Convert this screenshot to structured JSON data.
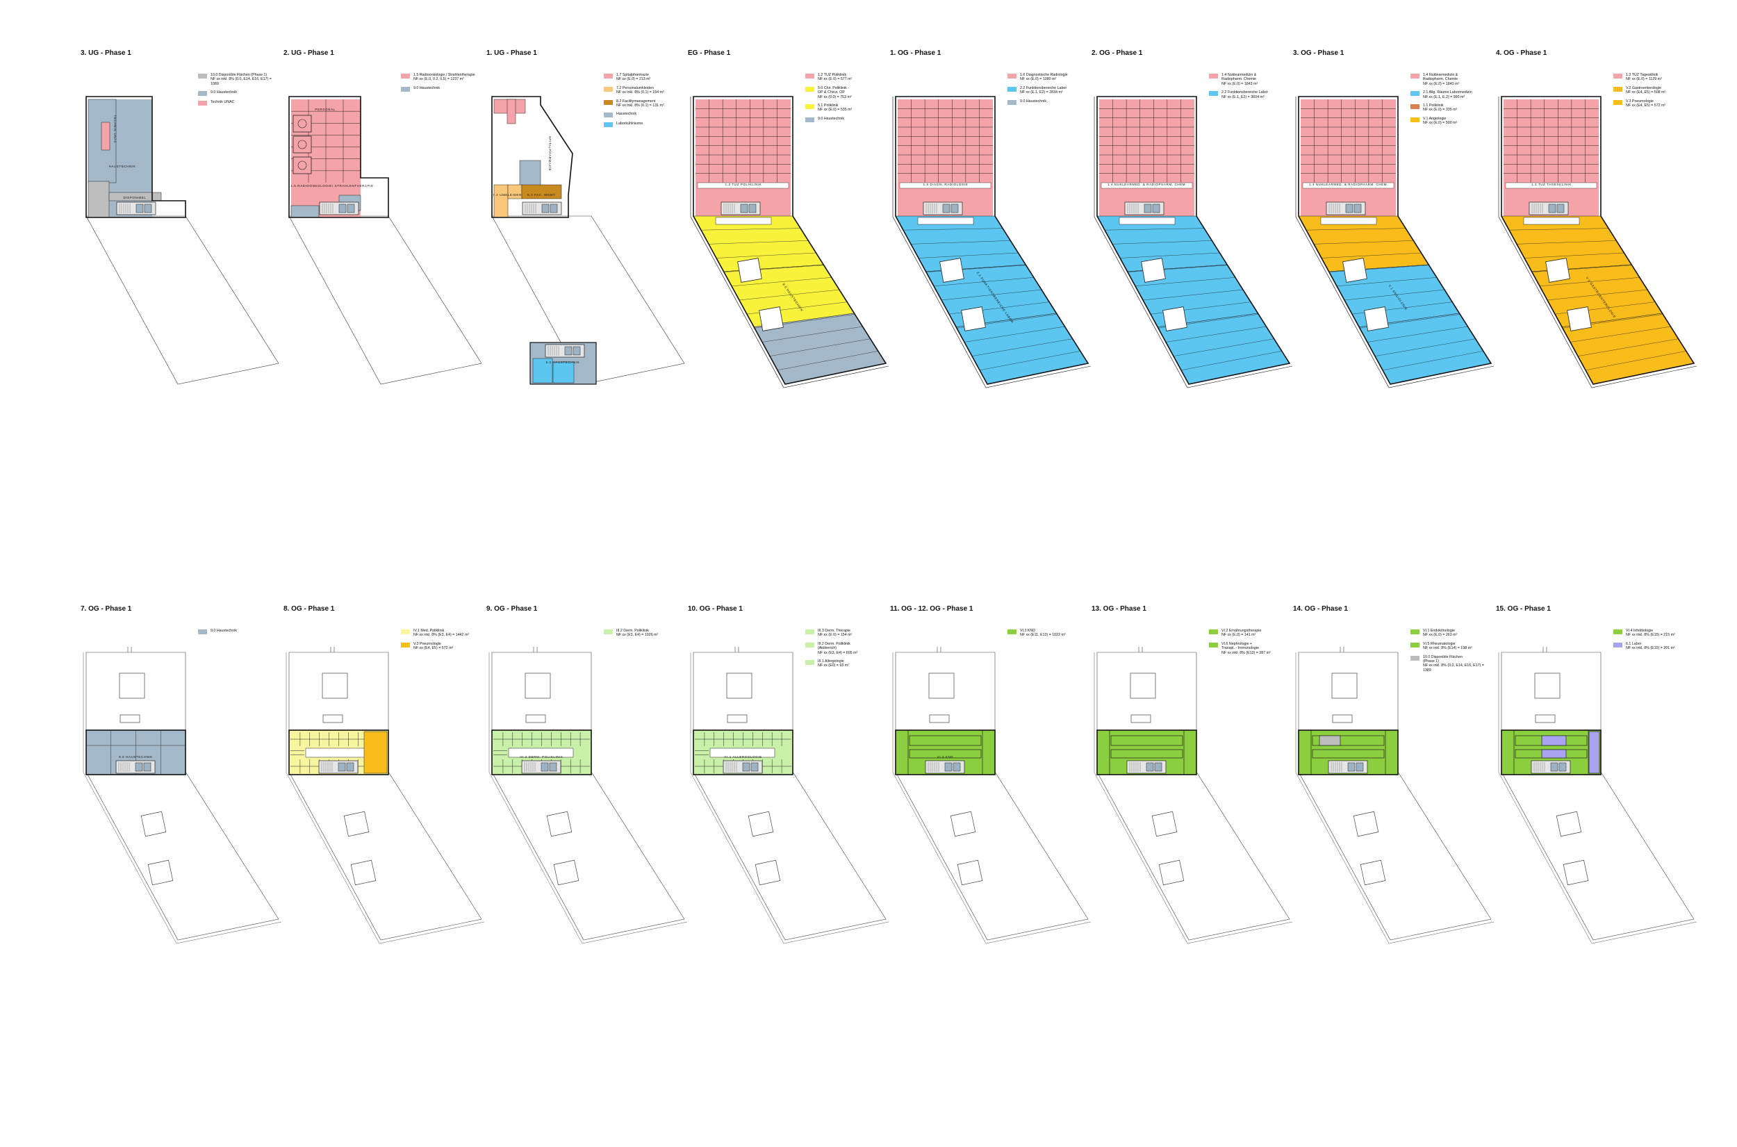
{
  "colors": {
    "technik": "#a3b8c8",
    "medizin": "#f4a3a8",
    "ug_orange": "#f8c77a",
    "ug_brown": "#c88a1e",
    "gelb": "#f9f23a",
    "blau": "#5dc6f0",
    "braun": "#d9804f",
    "orange": "#f8bd1a",
    "hellgelb": "#f8f5a0",
    "hellgruen": "#c9f0a8",
    "gruen": "#8bcf3f",
    "grau": "#bdbdbd",
    "violett": "#a9a4f0",
    "weiss": "#ffffff"
  },
  "top_row": [
    {
      "title": "3. UG - Phase 1",
      "variant": "ug3",
      "zone_colors": [],
      "legend": [
        {
          "color": "grau",
          "text": "10.0 Disponible Flächen (Phase 1)\nNF xx inkl. 8% (0.0, E14, E16, E17) = 1089"
        },
        {
          "color": "technik",
          "text": "9.0 Haustechnik"
        },
        {
          "color": "medizin",
          "text": "Technik UNAC"
        }
      ],
      "plan_labels": [
        "TECHNIK UNAC",
        "HAUSTECHNIK",
        "DISPONIBEL"
      ]
    },
    {
      "title": "2. UG - Phase 1",
      "variant": "ug2",
      "zone_colors": [],
      "legend": [
        {
          "color": "medizin",
          "text": "1.5 Radioonkologie / Strahlentherapie\nNF xx (E.0, 0.2, 0.5) = 1237 m²"
        },
        {
          "color": "technik",
          "text": "9.0 Haustechnik"
        }
      ],
      "plan_labels": [
        "PERSONAL",
        "1.5 RADIOONKOLOGIE/ STRAHLENTHERAPIE"
      ]
    },
    {
      "title": "1. UG - Phase 1",
      "variant": "ug1",
      "zone_colors": [],
      "legend": [
        {
          "color": "medizin",
          "text": "1.7 Spitalpharmazie\nNF xx (E.0) = 213 m²"
        },
        {
          "color": "ug_orange",
          "text": "7.2 Personalumkleiden\nNF xx inkl. 8% (0.1) = 154 m²"
        },
        {
          "color": "ug_brown",
          "text": "8.2 Facilitymanagement\nNF xx inkl. 8% (0.1) = 131 m²"
        },
        {
          "color": "technik",
          "text": "Haustechnik"
        },
        {
          "color": "blau",
          "text": "Laborkühlräume"
        }
      ],
      "plan_labels": [
        "7.2 UMKLEIDEN",
        "8.2 FAC. MGMT.",
        "SPITALPHARMAZIE",
        "9.0 HAUSTECHNIK"
      ]
    },
    {
      "title": "EG - Phase 1",
      "variant": "full",
      "zone_colors": [
        "medizin",
        "gelb",
        "gelb",
        "technik"
      ],
      "legend": [
        {
          "color": "medizin",
          "text": "1.2 TUZ Poliklinik\nNF xx (E.0) = 577 m²"
        },
        {
          "color": "gelb",
          "text": "5.0 Chir. Poliklinik -\nOP & Chirur. OP\nNF xx (0.0) = 753 m²"
        },
        {
          "color": "gelb",
          "text": "5.1 Poliklinik\nNF xx (E.0) = 535 m²"
        },
        {
          "color": "technik",
          "text": "9.0 Haustechnik"
        }
      ],
      "plan_labels": [
        "1.2 TUZ POLIKLINIK",
        "9.0 HAUSTECHNIK"
      ]
    },
    {
      "title": "1. OG - Phase 1",
      "variant": "full",
      "zone_colors": [
        "medizin",
        "blau",
        "blau",
        "blau"
      ],
      "legend": [
        {
          "color": "medizin",
          "text": "1.6 Diagnostische Radiologie\nNF xx (E.0) = 1080 m²"
        },
        {
          "color": "blau",
          "text": "2.2 Funktionsbereiche Labor\nNF xx (E.1, E2) = 2834 m²"
        },
        {
          "color": "technik",
          "text": "9.0 Haustechnik"
        }
      ],
      "plan_labels": [
        "1.6 DIAGN. RADIOLOGIE",
        "2.2 FUNKTIONSBEREICHE LABOR"
      ]
    },
    {
      "title": "2. OG - Phase 1",
      "variant": "full",
      "zone_colors": [
        "medizin",
        "blau",
        "blau",
        "blau"
      ],
      "legend": [
        {
          "color": "medizin",
          "text": "1.4 Nuklearmedizin &\nRadiopharm. Chemie\nNF xx (E.0) = 1843 m²"
        },
        {
          "color": "blau",
          "text": "2.2 Funktionsbereiche Labor\nNF xx (E.1, E2) = 3604 m²"
        }
      ],
      "plan_labels": [
        "1.4 NUKLEARMED. & RADIOPHARM. CHEM."
      ]
    },
    {
      "title": "3. OG - Phase 1",
      "variant": "full",
      "zone_colors": [
        "medizin",
        "orange",
        "blau",
        "blau"
      ],
      "legend": [
        {
          "color": "medizin",
          "text": "1.4 Nuklearmedizin &\nRadiopharm. Chemie\nNF xx (E.0) = 1843 m²"
        },
        {
          "color": "blau",
          "text": "2.1 Allg. Räume Labormedizin\nNF xx (E.1, E.2) = 990 m²"
        },
        {
          "color": "braun",
          "text": "1.1 Poliklinik\nNF xx (E.0) = 335 m²"
        },
        {
          "color": "orange",
          "text": "V.1 Angiologie\nNF xx (E.0) = 500 m²"
        }
      ],
      "plan_labels": [
        "1.4 NUKLEARMED. & RADIOPHARM. CHEM.",
        "V.1 ANGIOLOGIE"
      ]
    },
    {
      "title": "4. OG - Phase 1",
      "variant": "full",
      "zone_colors": [
        "medizin",
        "orange",
        "orange",
        "orange"
      ],
      "legend": [
        {
          "color": "medizin",
          "text": "1.3 TUZ Tagesklinik\nNF xx (E.0) = 1129 m²"
        },
        {
          "color": "orange",
          "text": "V.2 Gastroenterologie\nNF xx (E4, E5) = 508 m²"
        },
        {
          "color": "orange",
          "text": "V.3 Pneumologie\nNF xx (E4, E5) = 572 m²"
        }
      ],
      "plan_labels": [
        "1.3 TUZ TAGESKLINIK",
        "V.2 GASTROENTEROLOGIE"
      ]
    }
  ],
  "bottom_row": [
    {
      "title": "7. OG - Phase 1",
      "variant": "tower",
      "band_color": "technik",
      "band_style": "technik",
      "legend": [
        {
          "color": "technik",
          "text": "9.0 Haustechnik"
        }
      ],
      "plan_labels": [
        "9.0 HAUSTECHNIK"
      ]
    },
    {
      "title": "8. OG - Phase 1",
      "variant": "tower",
      "band_color": "hellgelb",
      "band_style": "rooms_split",
      "legend": [
        {
          "color": "hellgelb",
          "text": "IV.1 Med. Poliklinik\nNF xx inkl. 8% (E3, E4) = 1442 m²"
        },
        {
          "color": "orange",
          "text": "V.3 Pneumologie\nNF xx (E4, E5) = 572 m²"
        }
      ],
      "plan_labels": []
    },
    {
      "title": "9. OG - Phase 1",
      "variant": "tower",
      "band_color": "hellgruen",
      "band_style": "rooms",
      "legend": [
        {
          "color": "hellgruen",
          "text": "III.2 Derm. Poliklinik\nNF xx (E3, E4) = 1026 m²"
        }
      ],
      "plan_labels": [
        "III.2 DERM. POLIKLINIK"
      ]
    },
    {
      "title": "10. OG - Phase 1",
      "variant": "tower",
      "band_color": "hellgruen",
      "band_style": "rooms",
      "legend": [
        {
          "color": "hellgruen",
          "text": "III.3 Derm. Therapie\nNF xx (E.0) = 154 m²"
        },
        {
          "color": "hellgruen",
          "text": "III.2 Derm. Poliklinik\n(Aktiterrich)\nNF xx (E3, E4) = 605 m²"
        },
        {
          "color": "hellgruen",
          "text": "III.1 Allergologie\nNF xx (E0) = 93 m²"
        }
      ],
      "plan_labels": [
        "III.1 ALLERGOLOGIE"
      ]
    },
    {
      "title": "11. OG - 12. OG - Phase 1",
      "variant": "tower",
      "band_color": "gruen",
      "band_style": "open",
      "legend": [
        {
          "color": "gruen",
          "text": "VI.3 KND\nNF xx (E11, E13) = 1022 m²"
        }
      ],
      "plan_labels": [
        "VI.3 KND"
      ]
    },
    {
      "title": "13. OG - Phase 1",
      "variant": "tower",
      "band_color": "gruen",
      "band_style": "open",
      "legend": [
        {
          "color": "gruen",
          "text": "VI.2 Ernährungstherapie\nNF xx (E.0) = 141 m²"
        },
        {
          "color": "gruen",
          "text": "VI.6 Nephrologie +\nTranspl. - Immunologie\nNF xx inkl. 8% (E13) = 387 m²"
        }
      ],
      "plan_labels": []
    },
    {
      "title": "14. OG - Phase 1",
      "variant": "tower",
      "band_color": "gruen",
      "band_style": "open_grey",
      "legend": [
        {
          "color": "gruen",
          "text": "VI.1 Endokrinologie\nNF xx (E.0) = 263 m²"
        },
        {
          "color": "gruen",
          "text": "VI.5 Rheumatologie\nNF xx inkl. 8% (E14) = 198 m²"
        },
        {
          "color": "grau",
          "text": "10.0 Disponible Flächen\n(Phase 1)\nNF xx inkl. 8% (0.0, E14, E16, E17) = 1389"
        }
      ],
      "plan_labels": []
    },
    {
      "title": "15. OG - Phase 1",
      "variant": "tower",
      "band_color": "gruen",
      "band_style": "open_violet",
      "legend": [
        {
          "color": "gruen",
          "text": "VI.4 Infektiologie\nNF xx inkl. 8% (E15) = 215 m²"
        },
        {
          "color": "violett",
          "text": "6.1 Labor\nNF xx inkl. 8% (E15) = 201 m²"
        }
      ],
      "plan_labels": []
    }
  ]
}
